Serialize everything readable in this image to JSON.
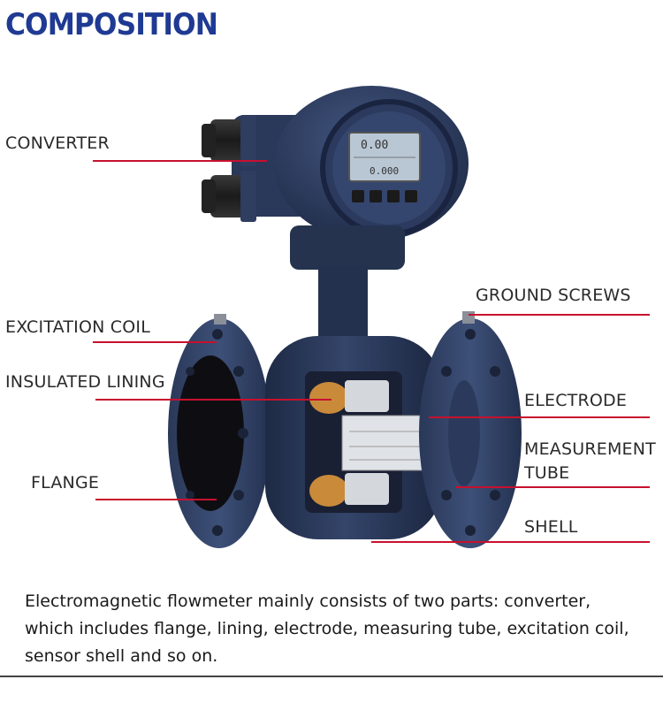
{
  "title": "COMPOSITION",
  "labels": {
    "converter": "CONVERTER",
    "ground_screws": "GROUND SCREWS",
    "excitation_coil": "EXCITATION COIL",
    "insulated_lining": "INSULATED LINING",
    "electrode": "ELECTRODE",
    "measurement": "MEASUREMENT",
    "tube": "TUBE",
    "flange": "FLANGE",
    "shell": "SHELL"
  },
  "display": {
    "top_reading": "0.00",
    "bottom_reading": "0.000"
  },
  "description": "Electromagnetic flowmeter mainly consists of two parts: converter, which includes flange, lining, electrode, measuring tube, excitation coil, sensor shell and so on.",
  "colors": {
    "title": "#1f3a93",
    "leader_line": "#c8102e",
    "body": "#2c3e63",
    "lcd": "#b9c7d4"
  }
}
